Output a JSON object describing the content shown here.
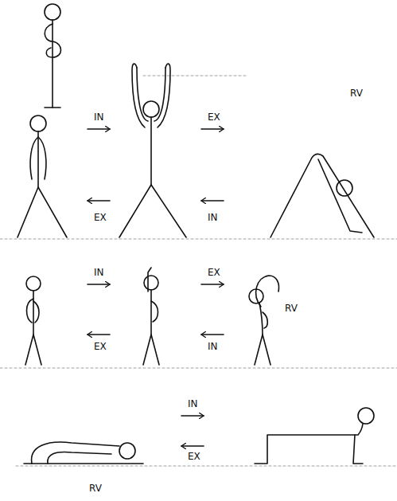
{
  "diagram": {
    "labels": [
      "IN",
      "EX",
      "EX",
      "IN",
      "RV",
      "IN",
      "EX",
      "EX",
      "IN",
      "RV",
      "IN",
      "EX",
      "RV"
    ]
  }
}
